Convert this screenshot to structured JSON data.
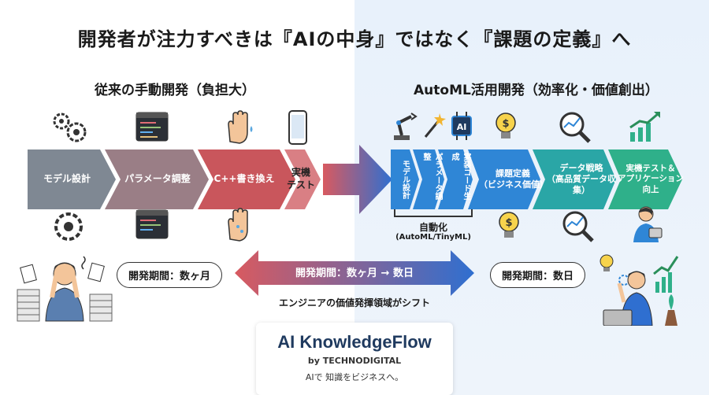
{
  "title": "開発者が注力すべきは『AIの中身』ではなく『課題の定義』へ",
  "left": {
    "subtitle": "従来の手動開発（負担大）",
    "steps": [
      "モデル設計",
      "パラメータ調整",
      "C++書き換え",
      "実機\nテスト"
    ],
    "bubble": "開発期間：数ヶ月"
  },
  "right": {
    "subtitle": "AutoML活用開発（効率化・価値創出）",
    "auto_steps": [
      "モデル設計",
      "パラメータ調整",
      "実装コード生成"
    ],
    "steps": [
      "課題定義\n（ビジネス価値）",
      "データ戦略\n（高品質データ収集）",
      "実機テスト＆\nアプリケーション\n向上"
    ],
    "auto_label_1": "自動化",
    "auto_label_2": "(AutoML/TinyML)",
    "bubble": "開発期間：数日"
  },
  "center": {
    "arrow_label": "開発期間：数ヶ月 → 数日",
    "shift_label": "エンジニアの価値発揮領域がシフト"
  },
  "logo": {
    "name": "AI KnowledgeFlow",
    "by": "by TECHNODIGITAL",
    "tagline": "AIで 知識をビジネスへ。"
  },
  "colors": {
    "gray_step": "#7f8893",
    "mauve_step": "#9a7e86",
    "red_step": "#c9565c",
    "light_step": "#d97f84",
    "blue_step": "#2f86d6",
    "teal_step": "#2aa6a6",
    "green_step": "#2fb08a"
  }
}
